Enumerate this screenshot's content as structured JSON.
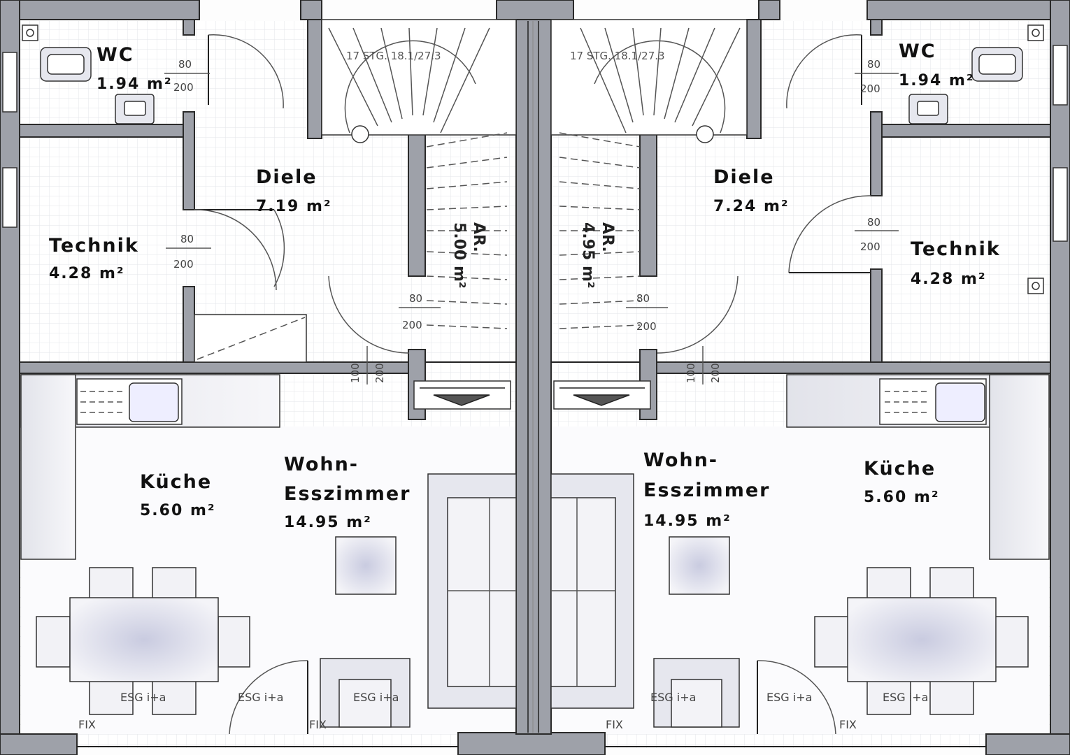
{
  "rooms": {
    "wc_left": {
      "name": "WC",
      "area": "1.94 m²"
    },
    "wc_right": {
      "name": "WC",
      "area": "1.94 m²"
    },
    "diele_left": {
      "name": "Diele",
      "area": "7.19 m²"
    },
    "diele_right": {
      "name": "Diele",
      "area": "7.24 m²"
    },
    "technik_left": {
      "name": "Technik",
      "area": "4.28 m²"
    },
    "technik_right": {
      "name": "Technik",
      "area": "4.28 m²"
    },
    "kueche_left": {
      "name": "Küche",
      "area": "5.60 m²"
    },
    "kueche_right": {
      "name": "Küche",
      "area": "5.60 m²"
    },
    "wohn_left": {
      "name_line1": "Wohn-",
      "name_line2": "Esszimmer",
      "area": "14.95 m²"
    },
    "wohn_right": {
      "name_line1": "Wohn-",
      "name_line2": "Esszimmer",
      "area": "14.95 m²"
    },
    "ar_left": {
      "name": "AR.",
      "area": "5.00 m²"
    },
    "ar_right": {
      "name": "AR.",
      "area": "4.95 m²"
    }
  },
  "stairs": {
    "left": "17 STG. 18.1/27.3",
    "right": "17 STG. 18.1/27.3"
  },
  "door_dims": {
    "width": "80",
    "height": "200",
    "opening_width": "100",
    "opening_height": "200"
  },
  "window_labels": {
    "esg": "ESG i+a",
    "fix": "FIX"
  },
  "colors": {
    "wall": "#9ea1a9",
    "tile_grid": "#e3e5ea",
    "furniture": "#e6e7ee"
  }
}
